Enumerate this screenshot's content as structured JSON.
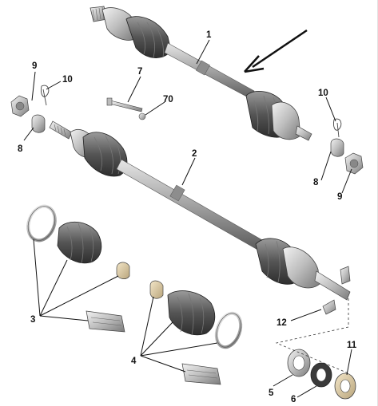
{
  "diagram": {
    "parts": {
      "p1": "1",
      "p2": "2",
      "p3": "3",
      "p4": "4",
      "p5": "5",
      "p6": "6",
      "p7": "7",
      "p70": "70",
      "p8_left": "8",
      "p8_right": "8",
      "p9_left": "9",
      "p9_right": "9",
      "p10_left": "10",
      "p10_right": "10",
      "p11": "11",
      "p12": "12"
    },
    "colors": {
      "shaft": "#9a9a9a",
      "shaft_dark": "#5e5e5e",
      "boot": "#4a4a4a",
      "boot_light": "#8a8a8a",
      "metal": "#c8c8c8",
      "leader": "#111111"
    },
    "icons": {
      "direction_arrow": "arrow-down-left-icon"
    }
  }
}
